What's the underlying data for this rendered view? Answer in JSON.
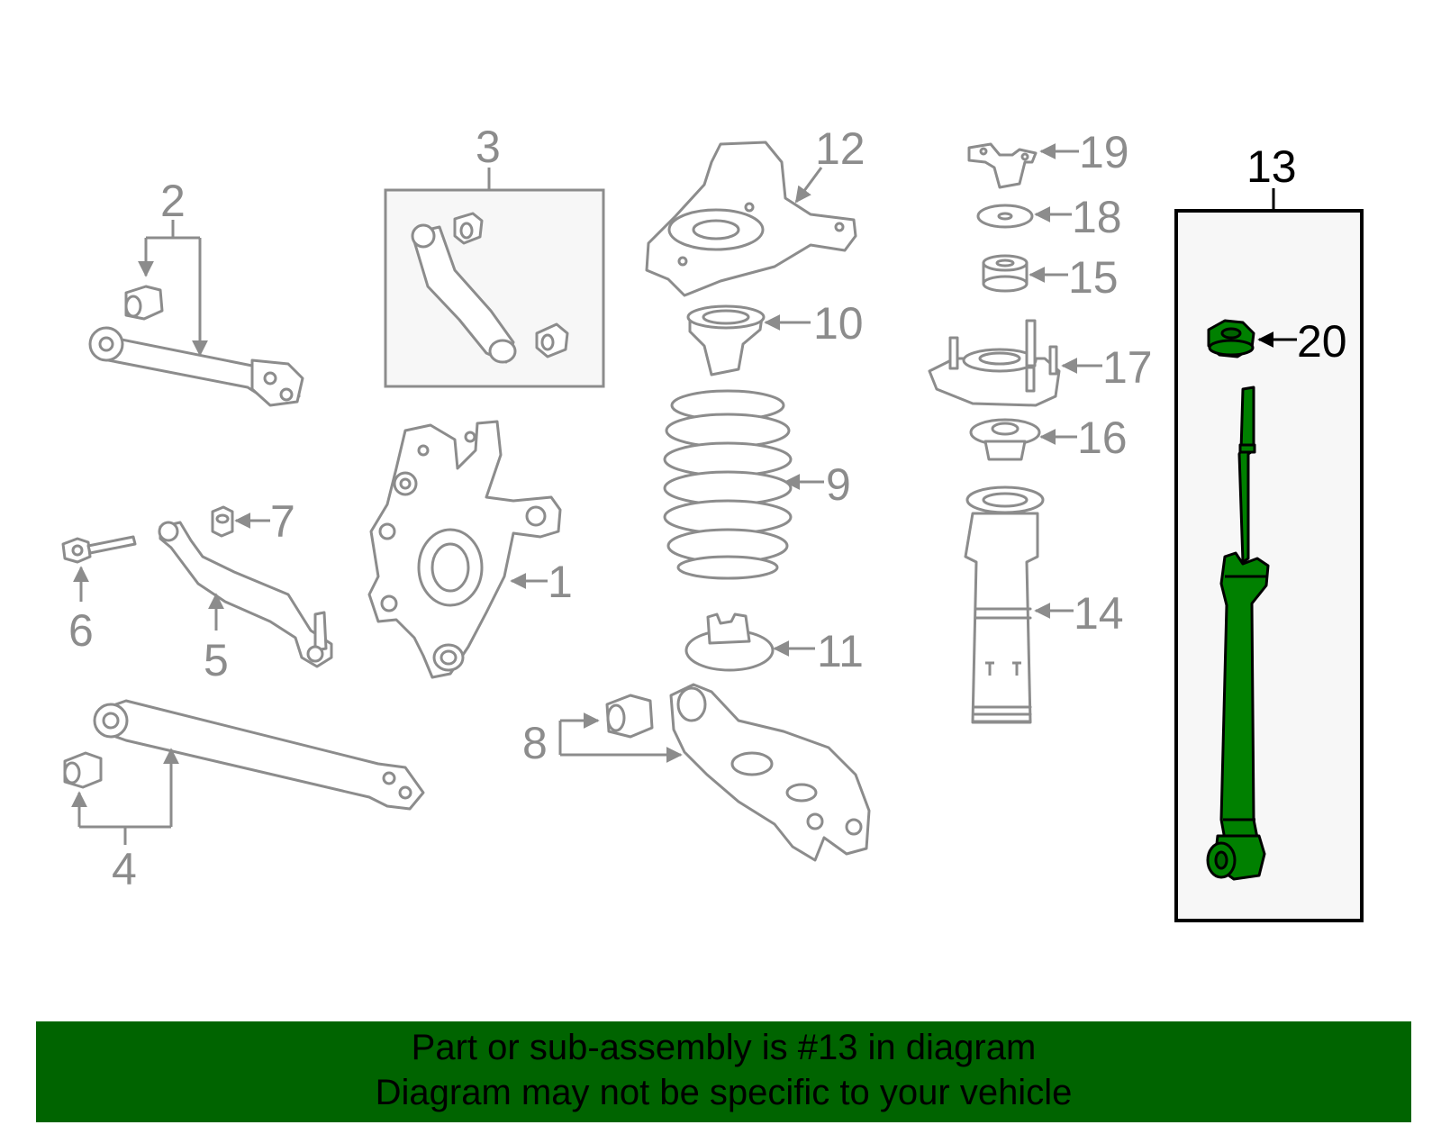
{
  "diagram": {
    "callouts": {
      "c1": "1",
      "c2": "2",
      "c3": "3",
      "c4": "4",
      "c5": "5",
      "c6": "6",
      "c7": "7",
      "c8": "8",
      "c9": "9",
      "c10": "10",
      "c11": "11",
      "c12": "12",
      "c13": "13",
      "c14": "14",
      "c15": "15",
      "c16": "16",
      "c17": "17",
      "c18": "18",
      "c19": "19",
      "c20": "20"
    },
    "highlighted_part": "13",
    "colors": {
      "outline": "#8c8c8c",
      "highlight_fill": "#008000",
      "banner": "#006400",
      "highlight_box_bg": "#f7f7f7"
    }
  },
  "footer": {
    "line1": "Part or sub-assembly is #13 in diagram",
    "line2": "Diagram may not be specific to your vehicle"
  }
}
